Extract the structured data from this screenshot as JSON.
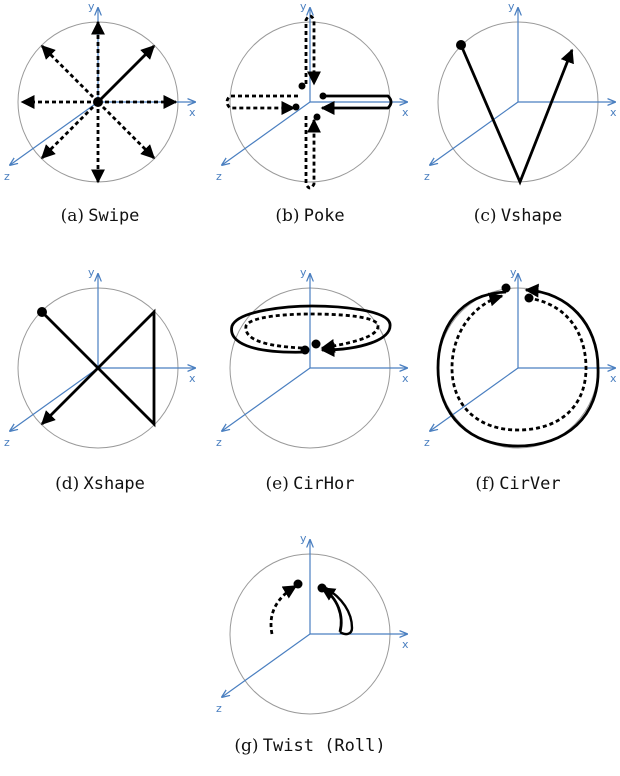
{
  "axis_labels": {
    "x": "x",
    "y": "y",
    "z": "z"
  },
  "panels": [
    {
      "id": "a",
      "prefix": "(a)",
      "name": "Swipe"
    },
    {
      "id": "b",
      "prefix": "(b)",
      "name": "Poke"
    },
    {
      "id": "c",
      "prefix": "(c)",
      "name": "Vshape"
    },
    {
      "id": "d",
      "prefix": "(d)",
      "name": "Xshape"
    },
    {
      "id": "e",
      "prefix": "(e)",
      "name": "CirHor"
    },
    {
      "id": "f",
      "prefix": "(f)",
      "name": "CirVer"
    },
    {
      "id": "g",
      "prefix": "(g)",
      "name": "Twist (Roll)"
    }
  ],
  "colors": {
    "axis": "#4a7fc0",
    "circle": "#9a9a9a",
    "stroke": "#000000"
  }
}
